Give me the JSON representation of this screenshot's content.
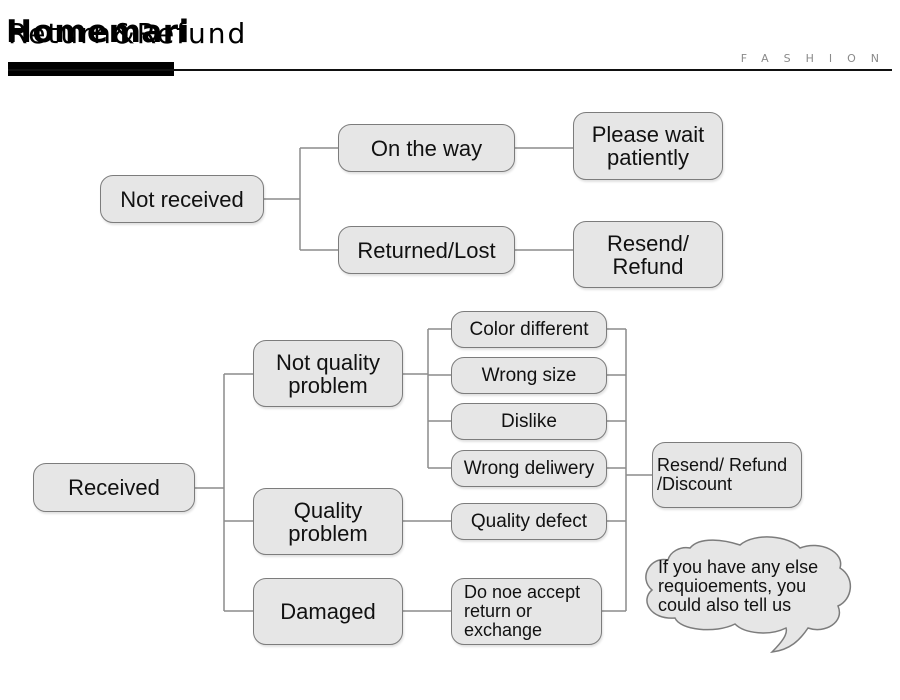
{
  "header": {
    "brand_bold": "Homemari",
    "brand_light": "Return&Refund",
    "tagline": "FASHION"
  },
  "flowchart": {
    "not_received": {
      "root": "Not received",
      "branches": [
        {
          "label": "On the way",
          "outcome": "Please wait\npatiently"
        },
        {
          "label": "Returned/Lost",
          "outcome": "Resend/\nRefund"
        }
      ]
    },
    "received": {
      "root": "Received",
      "categories": [
        {
          "label": "Not quality\nproblem",
          "reasons": [
            "Color different",
            "Wrong size",
            "Dislike",
            "Wrong deliwery"
          ]
        },
        {
          "label": "Quality\nproblem",
          "reasons": [
            "Quality defect"
          ]
        },
        {
          "label": "Damaged",
          "reasons": [
            "Do noe accept\nreturn or\nexchange"
          ]
        }
      ],
      "resolution": "Resend/ Refund\n/Discount",
      "note": "If you have any else\nrequioements, you\ncould also tell us"
    }
  }
}
